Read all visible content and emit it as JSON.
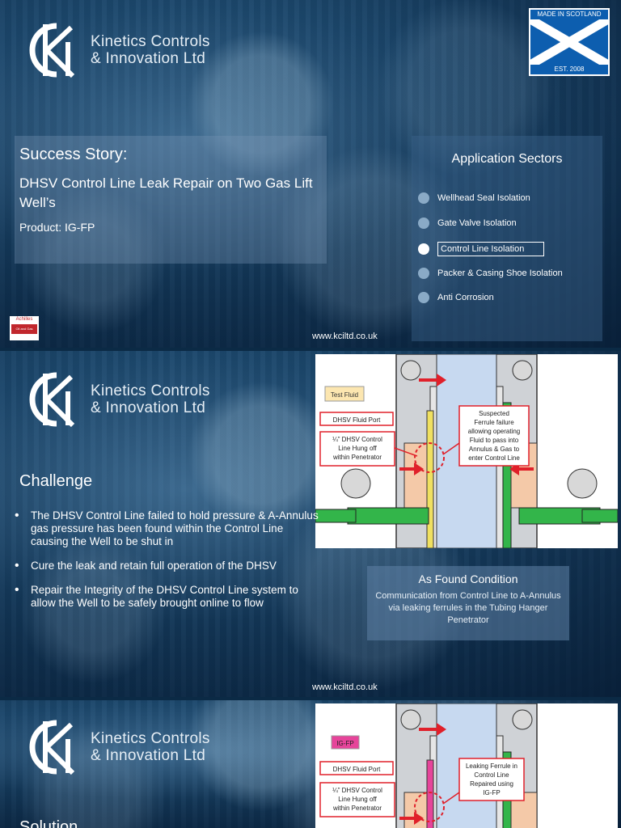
{
  "brand": {
    "line1": "Kinetics Controls",
    "line2": "& Innovation Ltd",
    "flag_top": "MADE IN SCOTLAND",
    "flag_bottom": "EST. 2008",
    "achilles_name": "Achilles",
    "achilles_sub": "Oil and Gas Europe"
  },
  "slide1": {
    "heading": "Success Story:",
    "subheading": "DHSV Control Line Leak Repair on Two Gas Lift Well’s",
    "product": "Product: IG-FP",
    "sectors_title": "Application Sectors",
    "sectors": [
      {
        "label": "Wellhead Seal Isolation",
        "active": false
      },
      {
        "label": "Gate Valve Isolation",
        "active": false
      },
      {
        "label": "Control Line Isolation",
        "active": true
      },
      {
        "label": "Packer & Casing Shoe Isolation",
        "active": false
      },
      {
        "label": "Anti Corrosion",
        "active": false
      }
    ],
    "url": "www.kciltd.co.uk"
  },
  "slide2": {
    "heading": "Challenge",
    "bullets": [
      "The DHSV Control Line failed to hold pressure & A-Annulus gas pressure has been found within the Control Line causing the Well to be shut in",
      "Cure the leak and retain full operation of the DHSV",
      "Repair the Integrity of the DHSV Control Line system to allow the Well to be safely brought online to flow"
    ],
    "found_title": "As Found Condition",
    "found_text": "Communication from Control Line to A-Annulus via leaking ferrules in the Tubing Hanger Penetrator",
    "diagram": {
      "test_fluid": "Test Fluid",
      "fluid_port": "DHSV Fluid Port",
      "control_line_a": "¼” DHSV Control",
      "control_line_b": "Line Hung off",
      "control_line_c": "within Penetrator",
      "callout_1": "Suspected",
      "callout_2": "Ferrule failure",
      "callout_3": "allowing operating",
      "callout_4": "Fluid to pass into",
      "callout_5": "Annulus & Gas to",
      "callout_6": "enter Control Line"
    },
    "url": "www.kciltd.co.uk"
  },
  "slide3": {
    "heading": "Solution",
    "diagram": {
      "tag": "IG-FP",
      "fluid_port": "DHSV Fluid Port",
      "control_line_a": "¼” DHSV Control",
      "control_line_b": "Line Hung off",
      "control_line_c": "within Penetrator",
      "callout_1": "Leaking Ferrule in",
      "callout_2": "Control Line",
      "callout_3": "Repaired using",
      "callout_4": "IG-FP"
    }
  },
  "colors": {
    "accent_red": "#e0202a",
    "green": "#33b54a",
    "peach": "#f4c9a8",
    "blue_bore": "#c7d9f0",
    "magenta": "#e6449a"
  }
}
